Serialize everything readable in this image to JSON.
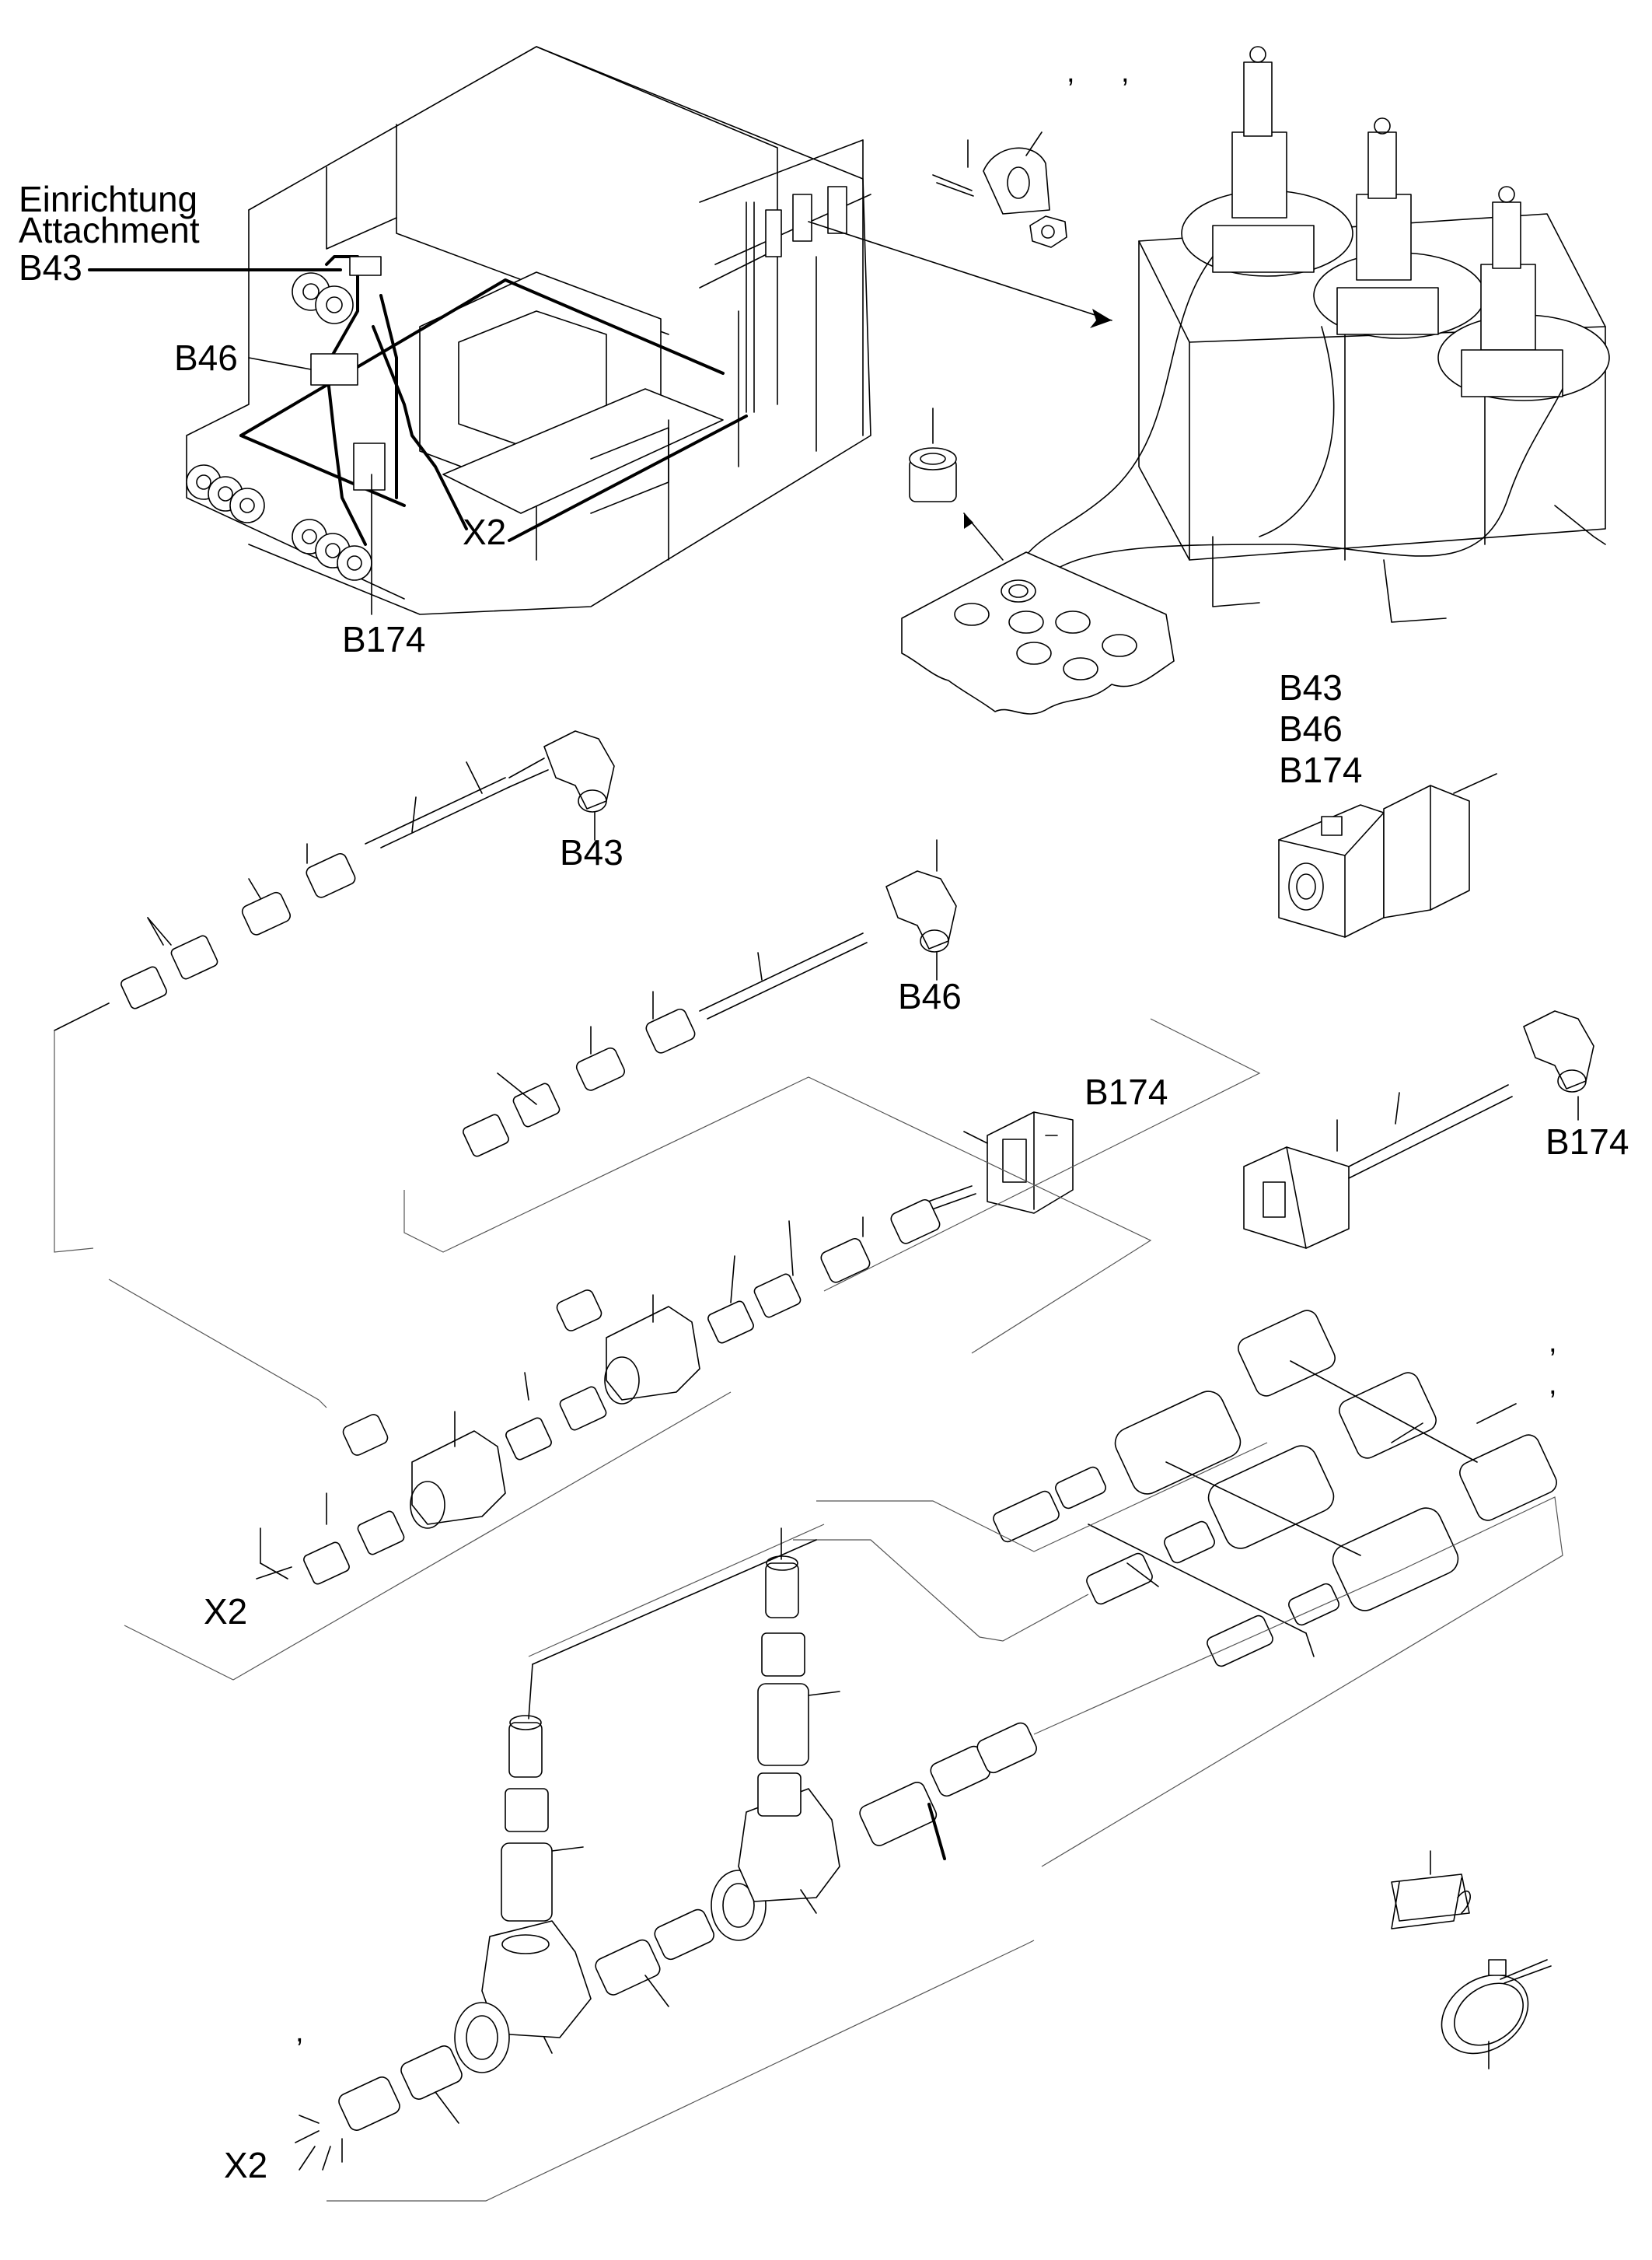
{
  "labels": {
    "attachment_line1": "Einrichtung",
    "attachment_line2": "Attachment",
    "top_b43": "B43",
    "top_b46": "B46",
    "top_x2": "X2",
    "top_b174": "B174",
    "sensor_b43": "B43",
    "sensor_b46": "B46",
    "sensor_b174": "B174",
    "cable_b43": "B43",
    "cable_b46": "B46",
    "cable_b174": "B174",
    "plug_b174": "B174",
    "mid_x2": "X2",
    "bottom_x2": "X2",
    "comma_top_1": ",",
    "comma_top_2": ",",
    "comma_right_1": ",",
    "comma_right_2": ",",
    "comma_bottom": ","
  }
}
